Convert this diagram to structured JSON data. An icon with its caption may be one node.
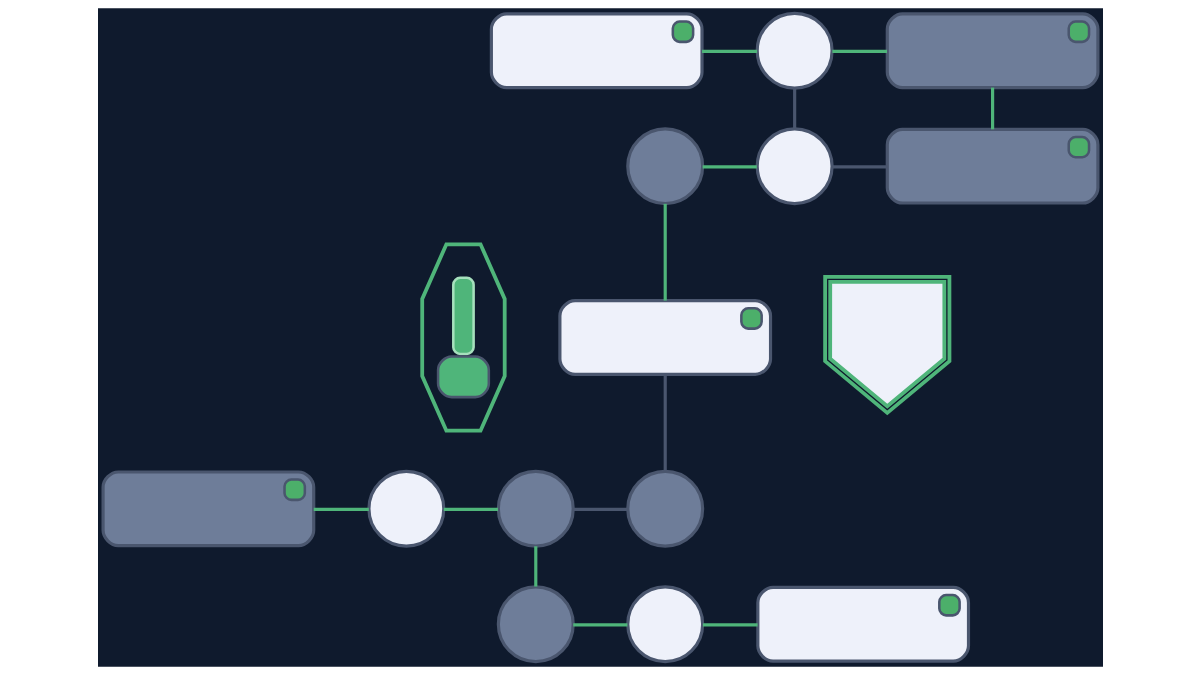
{
  "diagram": {
    "nodes": [
      {
        "text": [],
        "shape": "box"
      },
      {
        "text": [],
        "shape": "circle"
      },
      {
        "text": [],
        "shape": "box"
      },
      {
        "text": [],
        "shape": "picture"
      },
      {
        "text": [],
        "shape": "circle"
      },
      {
        "text": [],
        "shape": "circle"
      },
      {
        "text": [],
        "shape": "box"
      },
      {
        "text": [],
        "shape": "box"
      },
      {
        "text": [],
        "shape": "picture"
      },
      {
        "text": [],
        "shape": "box"
      },
      {
        "text": [],
        "shape": "circle"
      },
      {
        "text": [],
        "shape": "circle"
      },
      {
        "text": [],
        "shape": "circle"
      },
      {
        "text": [],
        "shape": "circle"
      },
      {
        "text": [],
        "shape": "circle"
      },
      {
        "text": [],
        "shape": "box"
      }
    ],
    "edges": [
      {
        "from": 0,
        "to": 1,
        "arrow": "none"
      },
      {
        "from": 1,
        "to": 2,
        "arrow": "none"
      },
      {
        "from": 2,
        "to": 6,
        "arrow": "none"
      },
      {
        "from": 1,
        "to": 5,
        "arrow": "none",
        "color": "#4a566e"
      },
      {
        "from": 4,
        "to": 5,
        "arrow": "none"
      },
      {
        "from": 5,
        "to": 6,
        "arrow": "none",
        "color": "#4a566e"
      },
      {
        "from": 4,
        "to": 7,
        "arrow": "none"
      },
      {
        "from": 7,
        "to": 12,
        "arrow": "none",
        "color": "#4a566e"
      },
      {
        "from": 9,
        "to": 10,
        "arrow": "none"
      },
      {
        "from": 10,
        "to": 11,
        "arrow": "none"
      },
      {
        "from": 11,
        "to": 12,
        "arrow": "none",
        "color": "#4a566e"
      },
      {
        "from": 11,
        "to": 13,
        "arrow": "none"
      },
      {
        "from": 13,
        "to": 14,
        "arrow": "none"
      },
      {
        "from": 14,
        "to": 15,
        "arrow": "none"
      }
    ]
  }
}
